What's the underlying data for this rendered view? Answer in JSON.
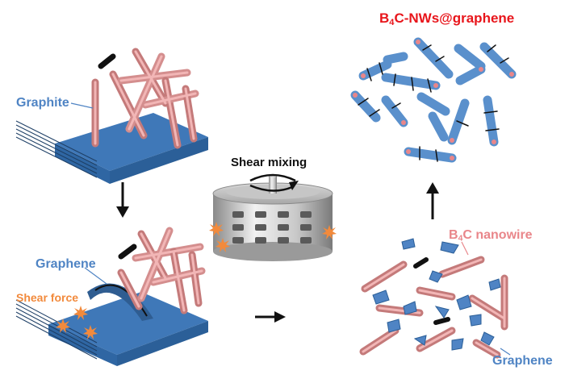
{
  "labels": {
    "graphite": "Graphite",
    "graphene_top": "Graphene",
    "shear_force": "Shear force",
    "shear_mixing": "Shear mixing",
    "b4c_nanowire": {
      "prefix": "B",
      "sub": "4",
      "suffix": "C nanowire"
    },
    "product": {
      "prefix": "B",
      "sub": "4",
      "suffix": "C-NWs@graphene"
    },
    "graphene_bottom": "Graphene"
  },
  "colors": {
    "graphite_blue": "#4f84c4",
    "nanowire_pink": "#e9a0a0",
    "shear_orange": "#f28a3c",
    "product_red": "#e8151b",
    "steel_gray": "#b8b8b8"
  },
  "icons": [
    "down-arrow-icon",
    "right-arrow-icon",
    "up-arrow-icon",
    "rotation-arrow-icon",
    "starburst-icon"
  ]
}
